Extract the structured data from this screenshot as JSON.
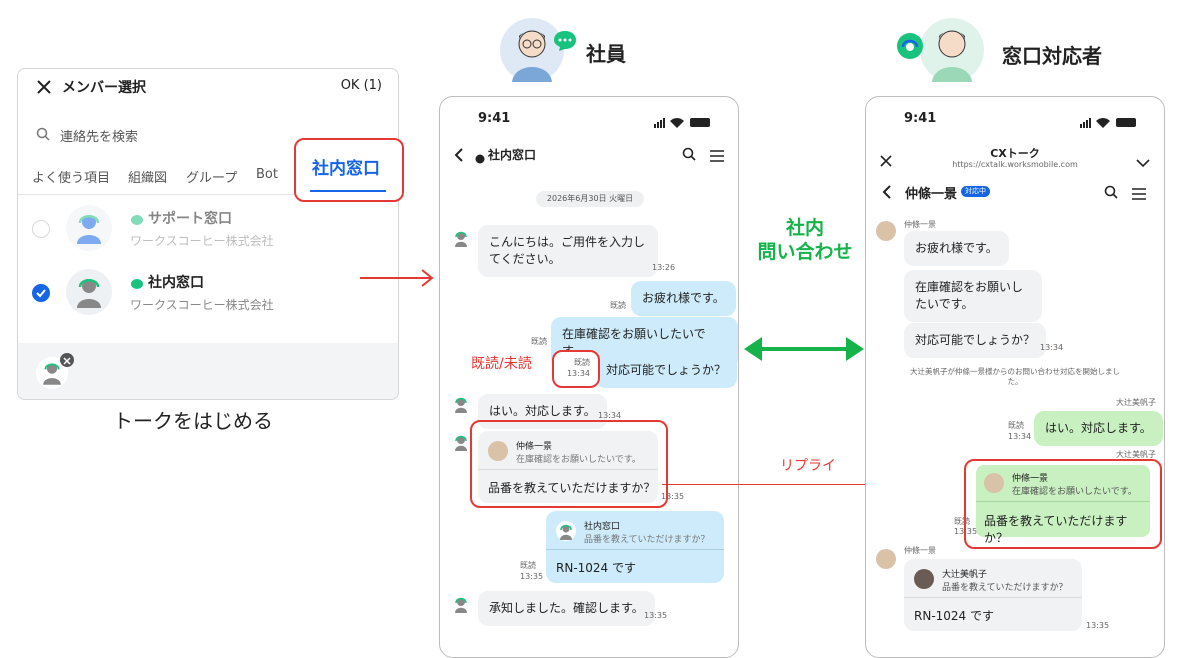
{
  "member_select": {
    "title": "メンバー選択",
    "ok_label": "OK (1)",
    "search_placeholder": "連絡先を検索",
    "tabs": [
      "よく使う項目",
      "組織図",
      "グループ",
      "Bot"
    ],
    "active_tab": "社内窓口",
    "members": [
      {
        "name": "サポート窓口",
        "company": "ワークスコーヒー株式会社",
        "selected": false
      },
      {
        "name": "社内窓口",
        "company": "ワークスコーヒー株式会社",
        "selected": true
      }
    ],
    "caption": "トークをはじめる"
  },
  "roles": {
    "employee": "社員",
    "responder": "窓口対応者"
  },
  "labels": {
    "read_unread": "既読/未読",
    "inquiry": "社内\n問い合わせ",
    "reply": "リプライ"
  },
  "colors": {
    "accent_red": "#e53935",
    "accent_green": "#16b34a",
    "select_blue": "#1565e6"
  },
  "employee_phone": {
    "time": "9:41",
    "header_title": "社内窓口",
    "date_chip": "2026年6月30日 火曜日",
    "messages": {
      "m1": "こんにちは。ご用件を入力してください。",
      "m1_time": "13:26",
      "m2": "お疲れ様です。",
      "m2_read": "既読",
      "m3": "在庫確認をお願いしたいです。",
      "m3_read": "既読",
      "m4": "対応可能でしょうか？",
      "m4_read": "既読",
      "m4_time": "13:34",
      "m5": "はい。対応します。",
      "m5_time": "13:34",
      "m6_quote_name": "仲條一景",
      "m6_quote_text": "在庫確認をお願いしたいです。",
      "m6": "品番を教えていただけますか？",
      "m6_time": "13:35",
      "m7_quote_name": "社内窓口",
      "m7_quote_text": "品番を教えていただけますか？",
      "m7": "RN-1024 です",
      "m7_read": "既読",
      "m7_time": "13:35",
      "m8": "承知しました。確認します。",
      "m8_time": "13:35"
    }
  },
  "responder_phone": {
    "time": "9:41",
    "app_title": "CXトーク",
    "app_url": "https://cxtalk.worksmobile.com",
    "chat_title": "仲條一景",
    "badge": "対応中",
    "messages": {
      "sender1": "仲條一景",
      "r1": "お疲れ様です。",
      "r2": "在庫確認をお願いしたいです。",
      "r3": "対応可能でしょうか？",
      "r3_time": "13:34",
      "system": "大辻美帆子が仲條一景様からのお問い合わせ対応を開始しました。",
      "agent_name1": "大辻美帆子",
      "r4": "はい。対応します。",
      "r4_read": "既読",
      "r4_time": "13:34",
      "agent_name2": "大辻美帆子",
      "r5_quote_name": "仲條一景",
      "r5_quote_text": "在庫確認をお願いしたいです。",
      "r5": "品番を教えていただけますか？",
      "r5_read": "既読",
      "r5_time": "13:35",
      "sender2": "仲條一景",
      "r6_quote_name": "大辻美帆子",
      "r6_quote_text": "品番を教えていただけますか？",
      "r6": "RN-1024 です",
      "r6_time": "13:35"
    }
  }
}
